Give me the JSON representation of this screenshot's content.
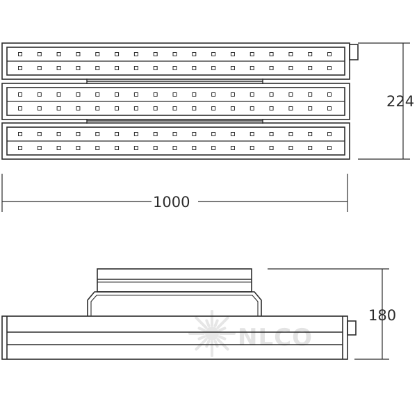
{
  "drawing": {
    "dimensions": {
      "height_top": "224",
      "length": "1000",
      "height_side": "180"
    },
    "led_rows_per_module": 2,
    "leds_per_row": 17,
    "modules_top_view": 3,
    "watermark": {
      "logo_text": "NLCO",
      "logo_icon": "star-burst-icon"
    },
    "colors": {
      "line": "#2b2b2b",
      "watermark": "#e3e3e3"
    }
  }
}
